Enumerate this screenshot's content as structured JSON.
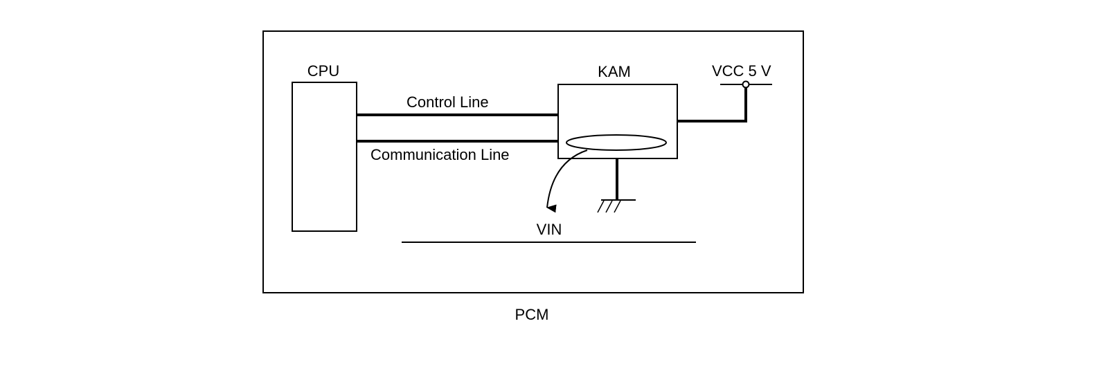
{
  "diagram": {
    "enclosure_label": "PCM",
    "cpu_label": "CPU",
    "kam_label": "KAM",
    "supply_label": "VCC 5 V",
    "control_line_label": "Control Line",
    "communication_line_label": "Communication Line",
    "stored_data_label": "VIN"
  },
  "colors": {
    "stroke": "#000000",
    "background": "#ffffff"
  }
}
